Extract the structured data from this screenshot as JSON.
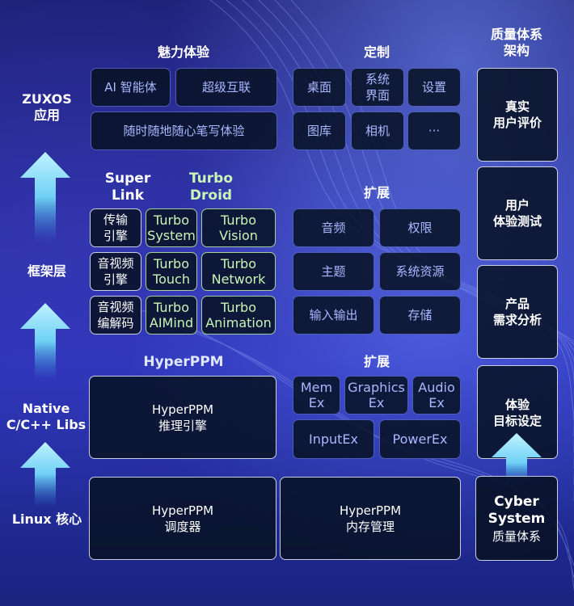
{
  "layers": {
    "zuxos_app": "ZUXOS\n应用",
    "framework": "框架层",
    "native_libs": "Native\nC/C++ Libs",
    "linux_kernel": "Linux 核心"
  },
  "sections": {
    "charm_title": "魅力体验",
    "custom_title": "定制",
    "quality_title": "质量体系\n架构",
    "super_link": "Super\nLink",
    "turbo_droid": "Turbo\nDroid",
    "extend_framework": "扩展",
    "hyperppm": "HyperPPM",
    "extend_native": "扩展"
  },
  "app": {
    "charm": [
      "AI 智能体",
      "超级互联",
      "随时随地随心笔写体验"
    ],
    "custom": [
      "桌面",
      "系统\n界面",
      "设置",
      "图库",
      "相机",
      "···"
    ]
  },
  "framework": {
    "grid": [
      [
        "传输\n引擎",
        "Turbo\nSystem",
        "Turbo\nVision"
      ],
      [
        "音视频\n引擎",
        "Turbo\nTouch",
        "Turbo\nNetwork"
      ],
      [
        "音视频\n编解码",
        "Turbo\nAIMind",
        "Turbo\nAnimation"
      ]
    ],
    "extensions": [
      "音频",
      "权限",
      "主题",
      "系统资源",
      "输入输出",
      "存储"
    ]
  },
  "native": {
    "hyperppm_box": "HyperPPM\n推理引擎",
    "extensions": [
      "Mem\nEx",
      "Graphics\nEx",
      "Audio\nEx",
      "InputEx",
      "PowerEx"
    ]
  },
  "kernel": {
    "scheduler": "HyperPPM\n调度器",
    "memory": "HyperPPM\n内存管理"
  },
  "quality": {
    "items": [
      "真实\n用户评价",
      "用户\n体验测试",
      "产品\n需求分析",
      "体验\n目标设定"
    ],
    "cyber_title": "Cyber\nSystem",
    "cyber_subtitle": "质量体系"
  },
  "colors": {
    "background": "#2a2fa8",
    "box_fill": "#08121e",
    "blue_text": "#a9b8ff",
    "green_text": "#c9f5b6",
    "arrow": "#6fd0f5"
  }
}
